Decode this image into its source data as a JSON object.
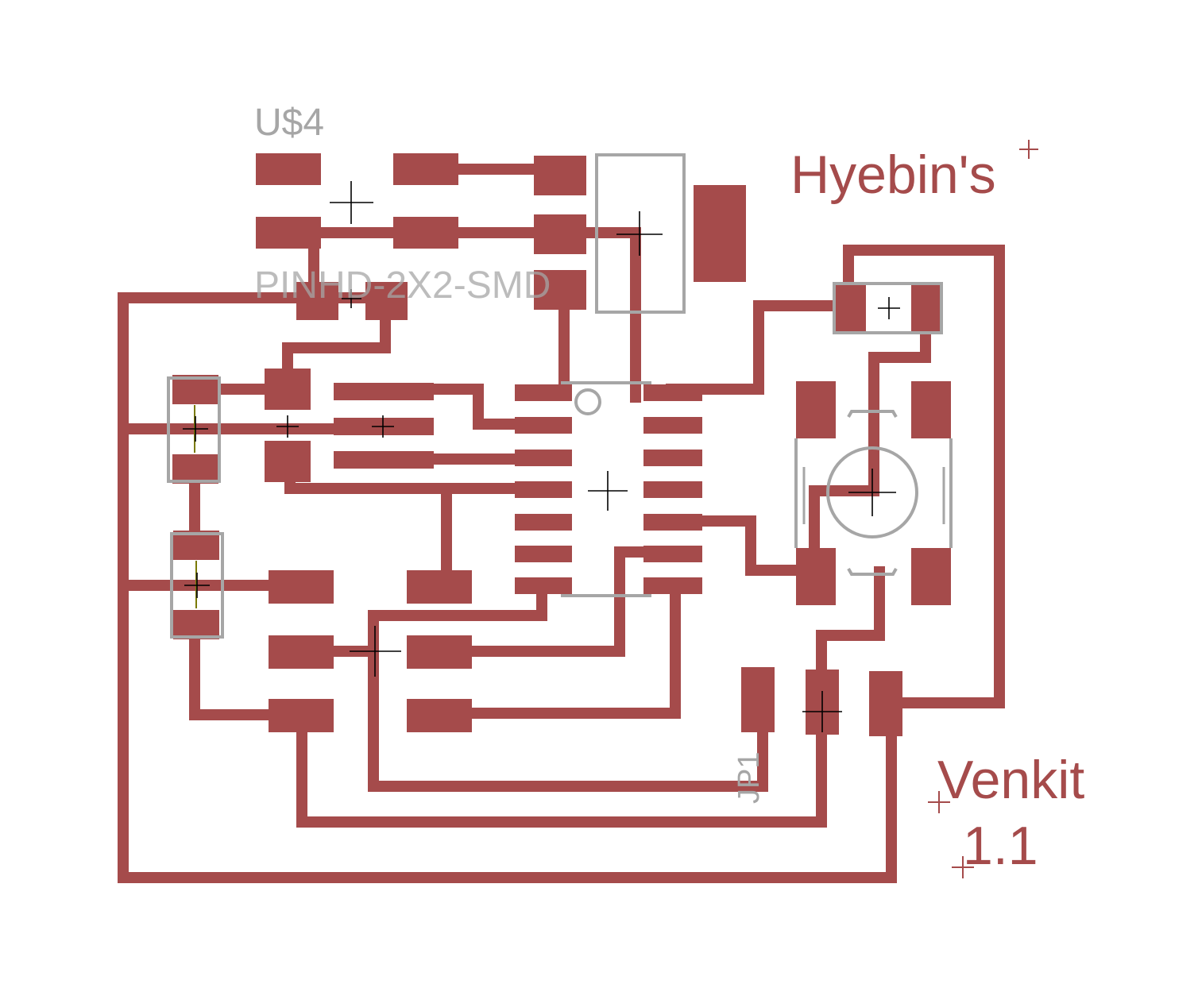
{
  "colors": {
    "copper": "#a54b4b",
    "silk": "#a6a6a6",
    "origin": "#000000",
    "background": "#ffffff"
  },
  "labels": {
    "header_ref": "U$4",
    "header_value": "PINHD-2X2-SMD",
    "name_top": "Hyebin's",
    "name_bottom": "Venkit",
    "version": "1.1",
    "jumper_ref": "JP1"
  },
  "icons": {
    "origin_marker": "crosshair-icon",
    "pin1_marker": "circle-icon"
  }
}
